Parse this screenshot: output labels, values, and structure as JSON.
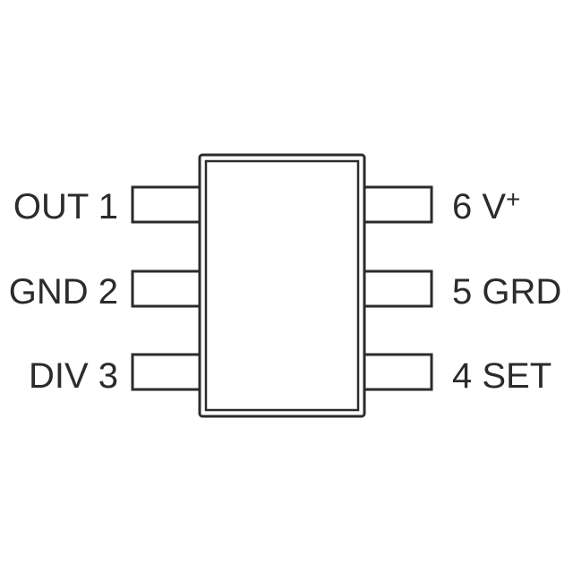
{
  "colors": {
    "stroke": "#2b2b2b",
    "background": "#ffffff"
  },
  "pins": {
    "left": [
      {
        "number": "1",
        "name": "OUT",
        "label": "OUT 1"
      },
      {
        "number": "2",
        "name": "GND",
        "label": "GND 2"
      },
      {
        "number": "3",
        "name": "DIV",
        "label": "DIV 3"
      }
    ],
    "right": [
      {
        "number": "6",
        "name": "V+",
        "label": "6 V",
        "superscript": "+"
      },
      {
        "number": "5",
        "name": "GRD",
        "label": "5 GRD"
      },
      {
        "number": "4",
        "name": "SET",
        "label": "4 SET"
      }
    ]
  }
}
